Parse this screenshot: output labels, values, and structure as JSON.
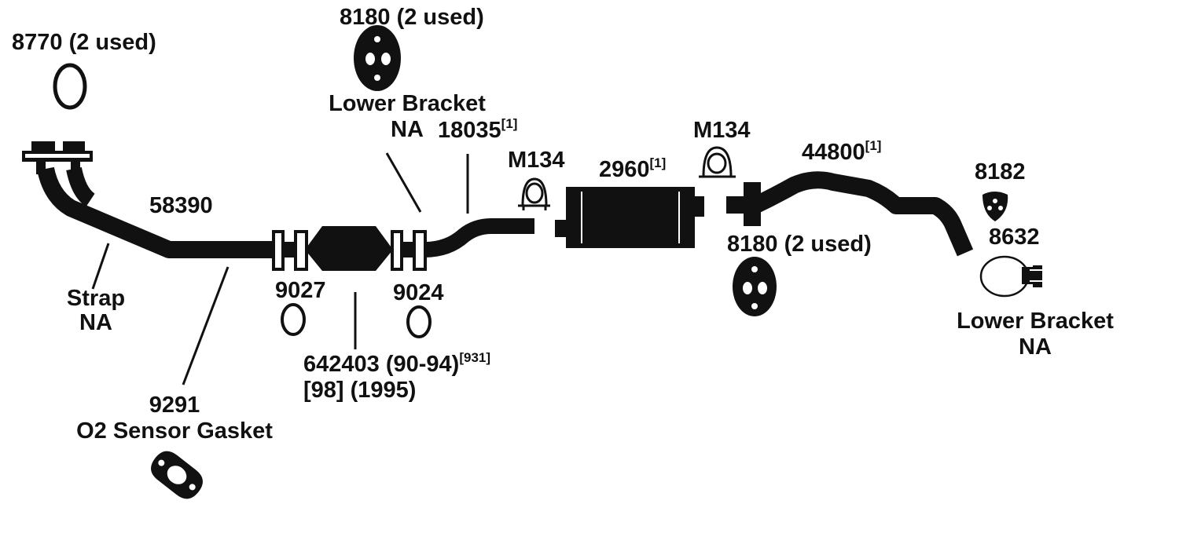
{
  "labels": {
    "p8770": "8770 (2 used)",
    "p8180_top": "8180 (2 used)",
    "lower_bracket_left_1": "Lower Bracket",
    "lower_bracket_left_2": "NA",
    "p18035": "18035",
    "p18035_ref": "[1]",
    "m134_left": "M134",
    "p2960": "2960",
    "p2960_ref": "[1]",
    "m134_right": "M134",
    "p44800": "44800",
    "p44800_ref": "[1]",
    "p8182": "8182",
    "p58390": "58390",
    "p8632": "8632",
    "p8180_bottom": "8180 (2 used)",
    "strap_1": "Strap",
    "strap_2": "NA",
    "p9027": "9027",
    "p9024": "9024",
    "lower_bracket_right_1": "Lower Bracket",
    "lower_bracket_right_2": "NA",
    "p642403": "642403 (90-94)",
    "p642403_ref": "[931]",
    "p642403_line2": "[98] (1995)",
    "p9291": "9291",
    "o2_sensor_gasket": "O2 Sensor Gasket"
  }
}
